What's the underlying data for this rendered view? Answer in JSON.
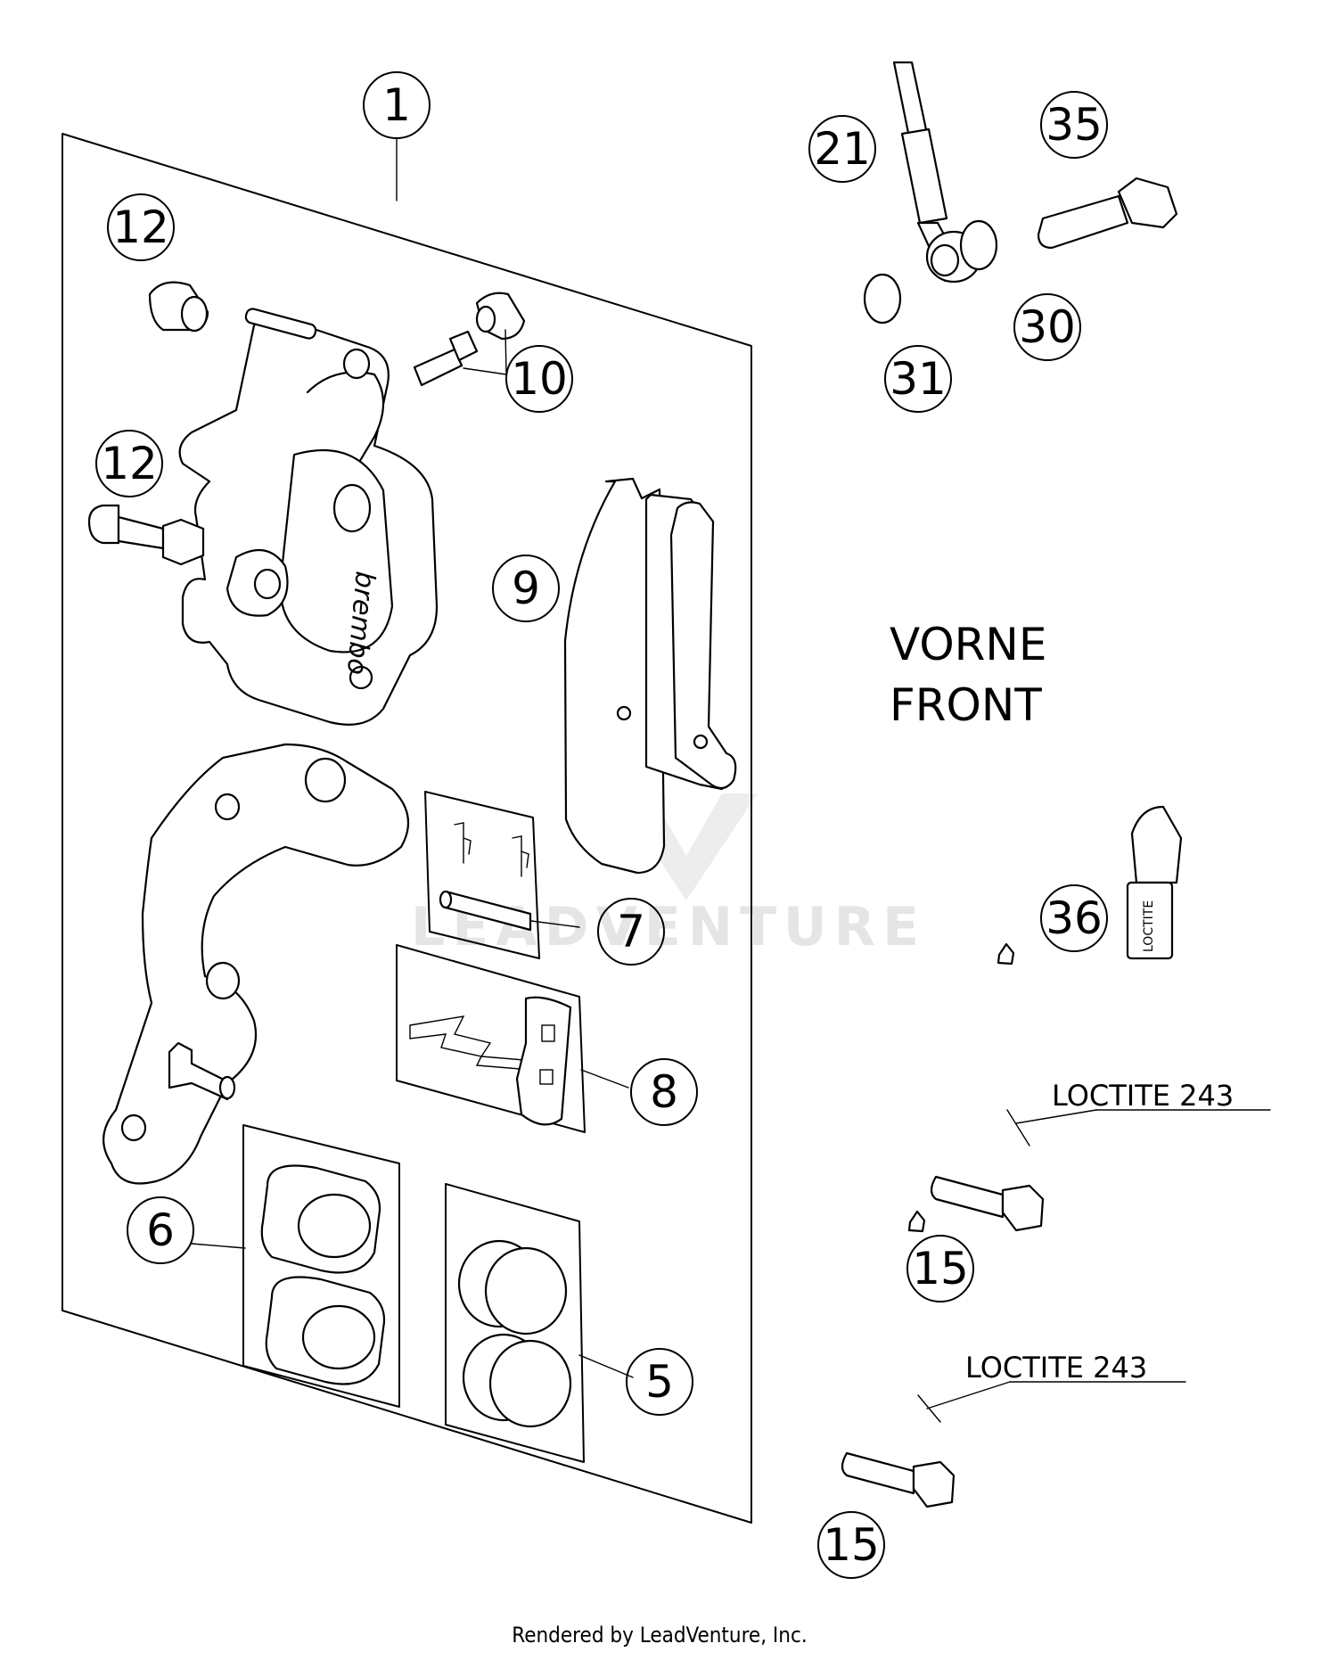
{
  "diagram": {
    "callouts": [
      {
        "id": "c1",
        "number": "1"
      },
      {
        "id": "c12a",
        "number": "12"
      },
      {
        "id": "c12b",
        "number": "12"
      },
      {
        "id": "c10",
        "number": "10"
      },
      {
        "id": "c9",
        "number": "9"
      },
      {
        "id": "c7",
        "number": "7"
      },
      {
        "id": "c8",
        "number": "8"
      },
      {
        "id": "c6",
        "number": "6"
      },
      {
        "id": "c5",
        "number": "5"
      },
      {
        "id": "c21",
        "number": "21"
      },
      {
        "id": "c35",
        "number": "35"
      },
      {
        "id": "c30",
        "number": "30"
      },
      {
        "id": "c31",
        "number": "31"
      },
      {
        "id": "c36",
        "number": "36"
      },
      {
        "id": "c15a",
        "number": "15"
      },
      {
        "id": "c15b",
        "number": "15"
      }
    ],
    "direction_label": {
      "line1": "VORNE",
      "line2": "FRONT"
    },
    "loctite_labels": [
      "LOCTITE 243",
      "LOCTITE 243"
    ],
    "tube_label": "LOCTITE",
    "caliper_brand_text": "brembo",
    "watermark_text": "LEADVENTURE",
    "footer": "Rendered by LeadVenture, Inc."
  }
}
